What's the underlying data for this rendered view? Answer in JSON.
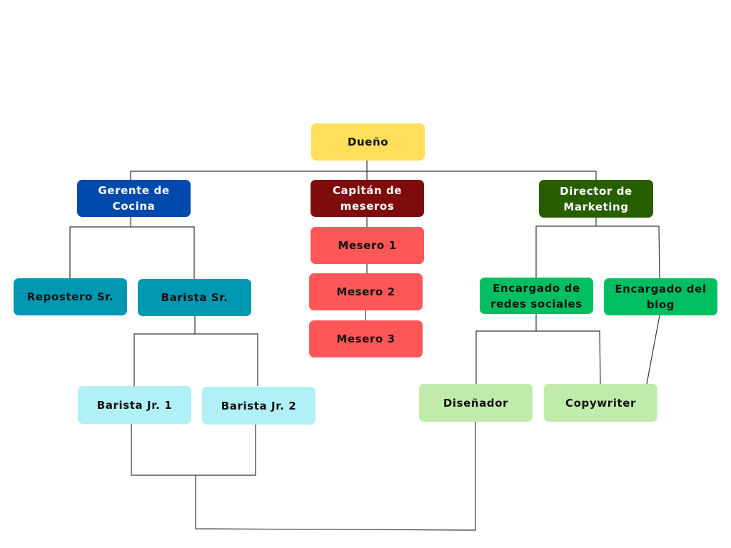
{
  "org_chart": {
    "colors": {
      "owner": "#FFDE59",
      "kitchen": "#004AAD",
      "kitchen_team": "#0097B2",
      "kitchen_junior": "#B1F0F7",
      "service": "#7F0C0C",
      "service_team": "#FF5757",
      "marketing": "#265E00",
      "marketing_team": "#00BF63",
      "marketing_junior": "#C1EBAA",
      "connector": "#333333"
    },
    "nodes": {
      "owner": "Dueño",
      "kitchen_manager": "Gerente de\nCocina",
      "head_waiter": "Capitán de\nmeseros",
      "marketing_director": "Director de\nMarketing",
      "pastry_chef": "Repostero Sr.",
      "senior_barista": "Barista Sr.",
      "waiter_1": "Mesero 1",
      "waiter_2": "Mesero 2",
      "waiter_3": "Mesero 3",
      "social_media_manager": "Encargado de\nredes sociales",
      "blog_manager": "Encargado del\nblog",
      "junior_barista_1": "Barista Jr. 1",
      "junior_barista_2": "Barista Jr. 2",
      "designer": "Diseñador",
      "copywriter": "Copywriter"
    }
  }
}
